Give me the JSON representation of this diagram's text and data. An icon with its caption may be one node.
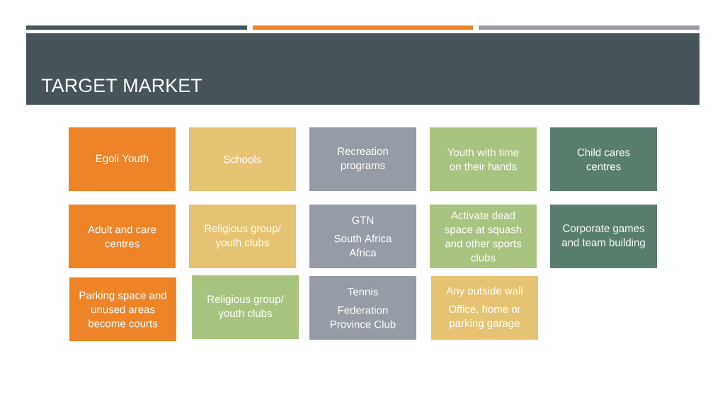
{
  "diagram": {
    "title": "TARGET MARKET",
    "nodes": [
      {
        "text": [
          "Egoli Youth"
        ]
      },
      {
        "text": [
          "Schools"
        ]
      },
      {
        "text": [
          "Recreation programs"
        ]
      },
      {
        "text": [
          "Youth with time on their hands"
        ]
      },
      {
        "text": [
          "Child cares centres"
        ]
      },
      {
        "text": [
          "Adult and care centres"
        ]
      },
      {
        "text": [
          "Religious group/ youth clubs"
        ]
      },
      {
        "text": [
          "GTN",
          "South Africa Africa"
        ]
      },
      {
        "text": [
          "Activate dead space at squash and other sports clubs"
        ]
      },
      {
        "text": [
          "Corporate games and team building"
        ]
      },
      {
        "text": [
          "Parking space and unused areas become courts"
        ]
      },
      {
        "text": [
          "Religious group/ youth clubs"
        ]
      },
      {
        "text": [
          "Tennis",
          "Federation Province Club"
        ]
      },
      {
        "text": [
          "Any outside wall",
          "Office, home or parking garage"
        ]
      }
    ]
  }
}
